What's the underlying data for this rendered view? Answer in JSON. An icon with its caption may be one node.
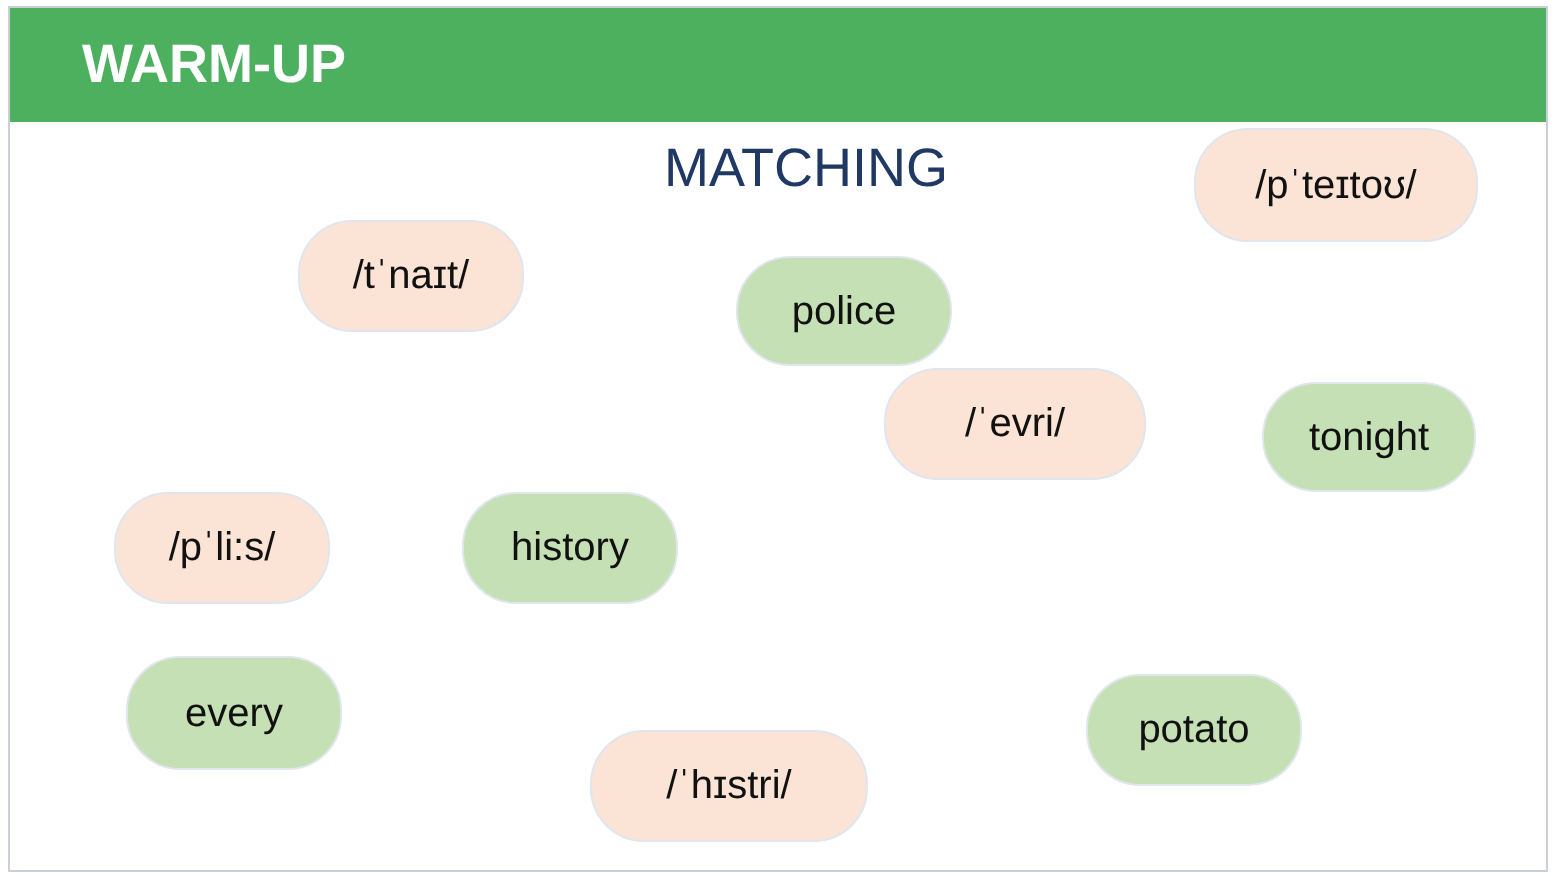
{
  "diagram": {
    "title": "WARM-UP",
    "nodes": [
      {
        "text": [
          "/pˈteɪtoʊ/"
        ]
      },
      {
        "text": [
          "/tˈnaɪt/"
        ]
      },
      {
        "text": [
          "police"
        ]
      },
      {
        "text": [
          "/ˈevri/"
        ]
      },
      {
        "text": [
          "tonight"
        ]
      },
      {
        "text": [
          "/pˈli:s/"
        ]
      },
      {
        "text": [
          "history"
        ]
      },
      {
        "text": [
          "every"
        ]
      },
      {
        "text": [
          "potato"
        ]
      },
      {
        "text": [
          "/ˈhɪstri/"
        ]
      }
    ],
    "labels": [
      "MATCHING"
    ]
  }
}
